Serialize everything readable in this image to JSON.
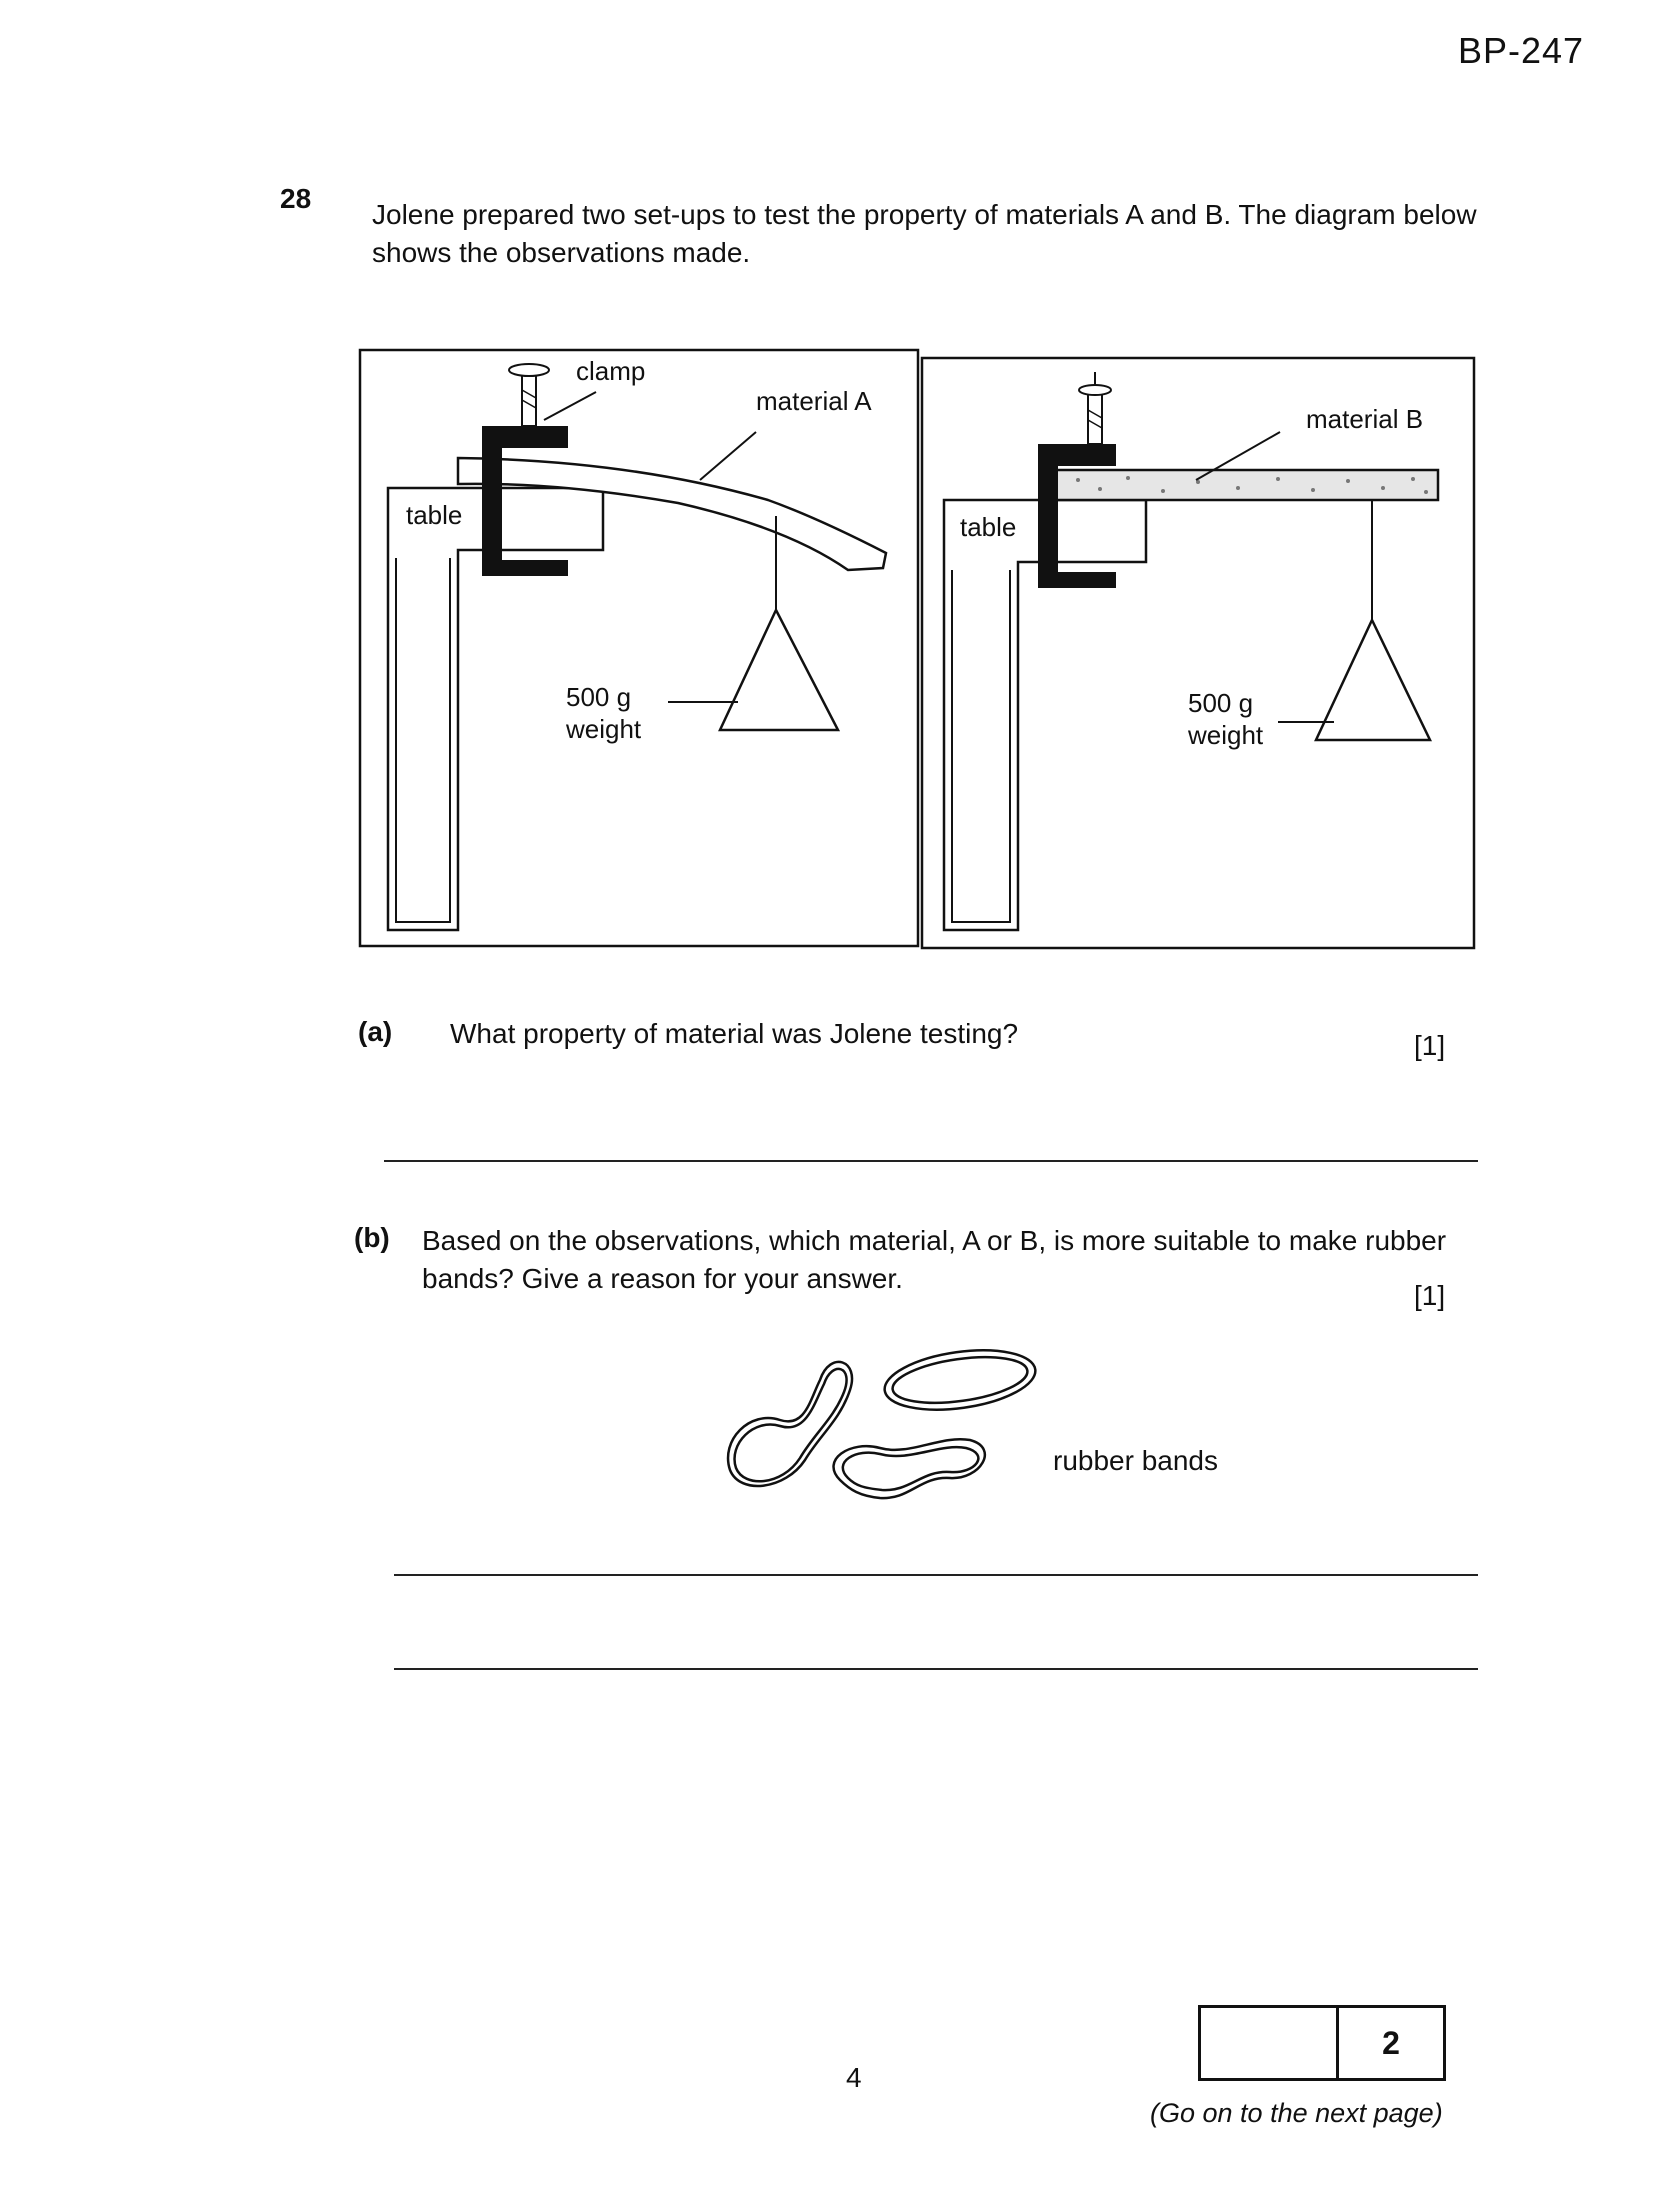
{
  "header": {
    "code": "BP-247"
  },
  "question": {
    "number": "28",
    "text": "Jolene prepared two set-ups to test the property of materials A and B. The diagram below shows the observations made."
  },
  "diagram": {
    "left": {
      "clamp_label": "clamp",
      "material_label": "material A",
      "table_label": "table",
      "weight_line1": "500 g",
      "weight_line2": "weight"
    },
    "right": {
      "material_label": "material B",
      "table_label": "table",
      "weight_line1": "500 g",
      "weight_line2": "weight"
    }
  },
  "part_a": {
    "label": "(a)",
    "text": "What property of material was Jolene testing?",
    "marks": "[1]"
  },
  "part_b": {
    "label": "(b)",
    "text": "Based on the observations, which material, A or B, is more suitable to make rubber bands? Give a reason for your answer.",
    "marks": "[1]",
    "image_label": "rubber bands"
  },
  "footer": {
    "page_number": "4",
    "score": "2",
    "go_on": "(Go on to the next page)"
  }
}
